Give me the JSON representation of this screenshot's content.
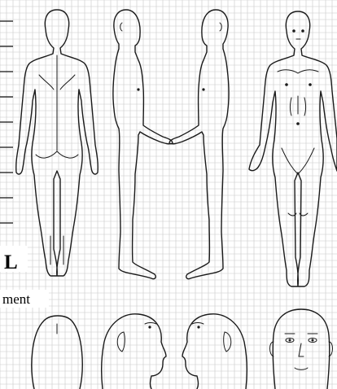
{
  "chart_data": {
    "type": "diagram",
    "subject": "body-outline-grid",
    "views": {
      "full_body": [
        "back",
        "right-side",
        "left-side",
        "front"
      ],
      "head": [
        "back",
        "right-side",
        "left-side",
        "front"
      ]
    },
    "grid": true,
    "left_field_lines": 10
  },
  "cropped_text": {
    "letter": "L",
    "word_fragment": "ment"
  },
  "colors": {
    "background": "#ffffff",
    "grid_line": "#c8c8c8",
    "outline": "#1a1a1a"
  }
}
